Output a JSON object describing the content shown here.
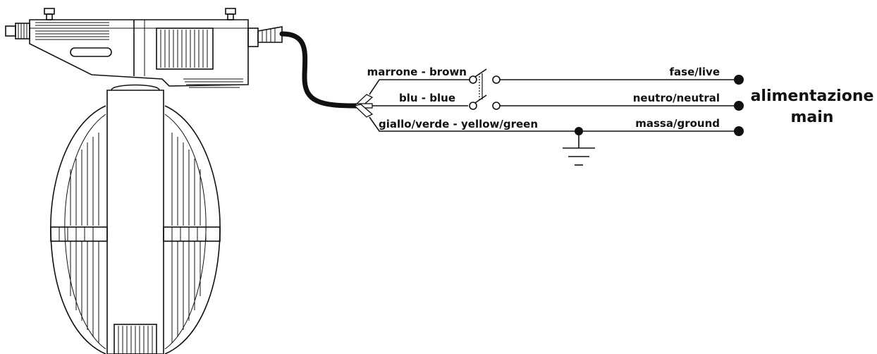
{
  "wires": {
    "brown": "marrone - brown",
    "blue": "blu - blue",
    "yellow_green": "giallo/verde - yellow/green"
  },
  "terminals": {
    "live": "fase/live",
    "neutral": "neutro/neutral",
    "ground": "massa/ground"
  },
  "mains": {
    "line1": "alimentazione",
    "line2": "main"
  },
  "colors": {
    "ink": "#111111",
    "background": "#ffffff"
  }
}
